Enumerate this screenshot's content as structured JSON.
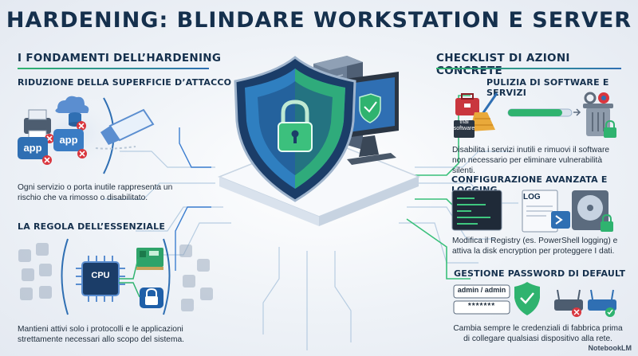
{
  "title": "HARDENING: BLINDARE WORKSTATION E SERVER",
  "left": {
    "heading": "I FONDAMENTI DELL’HARDENING",
    "section1": {
      "heading": "RIDUZIONE DELLA SUPERFICIE D’ATTACCO",
      "icon_labels": [
        "app",
        "app"
      ],
      "text": "Ogni servizio o porta inutile rappresenta un rischio che va rimosso o disabilitato."
    },
    "section2": {
      "heading": "LA REGOLA DELL’ESSENZIALE",
      "chip_label": "CPU",
      "text": "Mantieni attivi solo i protocolli e le applicazioni strettamente necessari allo scopo del sistema."
    }
  },
  "right": {
    "heading": "CHECKLIST DI AZIONI CONCRETE",
    "section1": {
      "heading": "PULIZIA DI SOFTWARE E SERVIZI",
      "tag_label": "trial software",
      "progress": 0.85,
      "text": "Disabilita i servizi inutili e rimuovi il software non necessario per eliminare vulnerabilità silenti."
    },
    "section2": {
      "heading": "CONFIGURAZIONE AVANZATA E LOGGING",
      "log_label": "LOG",
      "text": "Modifica il Registry (es. PowerShell logging) e attiva la disk encryption per proteggere I dati."
    },
    "section3": {
      "heading": "GESTIONE PASSWORD DI DEFAULT",
      "credential_user": "admin / admin",
      "credential_mask": "*******",
      "text": "Cambia sempre le credenziali di fabbrica prima di collegare qualsiasi dispositivo alla rete."
    }
  },
  "watermark": "NotebookLM",
  "colors": {
    "navy": "#15304d",
    "green": "#2fb36f",
    "blue": "#2f6fb3",
    "red": "#d9363e"
  }
}
